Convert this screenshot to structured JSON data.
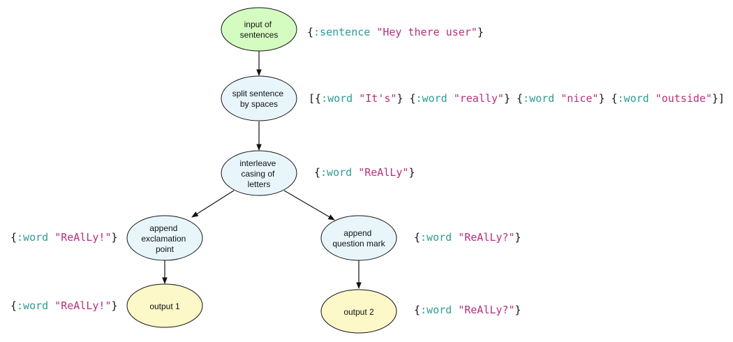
{
  "colors": {
    "input_fill": "#d4fcc0",
    "process_fill": "#e8f6fc",
    "output_fill": "#fcf8c8",
    "stroke": "#111111",
    "keyword": "#2a9d92",
    "string": "#b5307a"
  },
  "nodes": {
    "input": [
      "input of",
      "sentences"
    ],
    "split": [
      "split sentence",
      "by spaces"
    ],
    "interleave": [
      "interleave",
      "casing of",
      "letters"
    ],
    "exclaim": [
      "append",
      "exclamation",
      "point"
    ],
    "question": [
      "append",
      "question mark"
    ],
    "output1": [
      "output 1"
    ],
    "output2": [
      "output 2"
    ]
  },
  "annotations": {
    "input": [
      {
        "text": "{",
        "k": "br"
      },
      {
        "text": ":sentence",
        "k": "kw"
      },
      {
        "text": " ",
        "k": "br"
      },
      {
        "text": "\"Hey there user\"",
        "k": "st"
      },
      {
        "text": "}",
        "k": "br"
      }
    ],
    "split": [
      {
        "text": "[{",
        "k": "br"
      },
      {
        "text": ":word",
        "k": "kw"
      },
      {
        "text": " ",
        "k": "br"
      },
      {
        "text": "\"It's\"",
        "k": "st"
      },
      {
        "text": "} {",
        "k": "br"
      },
      {
        "text": ":word",
        "k": "kw"
      },
      {
        "text": " ",
        "k": "br"
      },
      {
        "text": "\"really\"",
        "k": "st"
      },
      {
        "text": "} {",
        "k": "br"
      },
      {
        "text": ":word",
        "k": "kw"
      },
      {
        "text": " ",
        "k": "br"
      },
      {
        "text": "\"nice\"",
        "k": "st"
      },
      {
        "text": "} {",
        "k": "br"
      },
      {
        "text": ":word",
        "k": "kw"
      },
      {
        "text": " ",
        "k": "br"
      },
      {
        "text": "\"outside\"",
        "k": "st"
      },
      {
        "text": "}]",
        "k": "br"
      }
    ],
    "interleave": [
      {
        "text": "{",
        "k": "br"
      },
      {
        "text": ":word",
        "k": "kw"
      },
      {
        "text": " ",
        "k": "br"
      },
      {
        "text": "\"ReAlLy\"",
        "k": "st"
      },
      {
        "text": "}",
        "k": "br"
      }
    ],
    "exclaim": [
      {
        "text": "{",
        "k": "br"
      },
      {
        "text": ":word",
        "k": "kw"
      },
      {
        "text": " ",
        "k": "br"
      },
      {
        "text": "\"ReAlLy!\"",
        "k": "st"
      },
      {
        "text": "}",
        "k": "br"
      }
    ],
    "question": [
      {
        "text": "{",
        "k": "br"
      },
      {
        "text": ":word",
        "k": "kw"
      },
      {
        "text": " ",
        "k": "br"
      },
      {
        "text": "\"ReAlLy?\"",
        "k": "st"
      },
      {
        "text": "}",
        "k": "br"
      }
    ],
    "output1": [
      {
        "text": "{",
        "k": "br"
      },
      {
        "text": ":word",
        "k": "kw"
      },
      {
        "text": " ",
        "k": "br"
      },
      {
        "text": "\"ReAlLy!\"",
        "k": "st"
      },
      {
        "text": "}",
        "k": "br"
      }
    ],
    "output2": [
      {
        "text": "{",
        "k": "br"
      },
      {
        "text": ":word",
        "k": "kw"
      },
      {
        "text": " ",
        "k": "br"
      },
      {
        "text": "\"ReAlLy?\"",
        "k": "st"
      },
      {
        "text": "}",
        "k": "br"
      }
    ]
  }
}
